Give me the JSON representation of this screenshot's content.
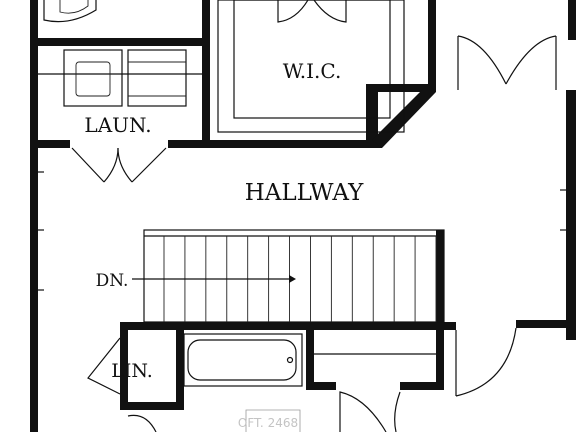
{
  "labels": {
    "wic": "W.I.C.",
    "laundry": "LAUN.",
    "hallway": "HALLWAY",
    "stair_down": "DN.",
    "linen": "LIN."
  },
  "watermark": "OFT. 2468"
}
